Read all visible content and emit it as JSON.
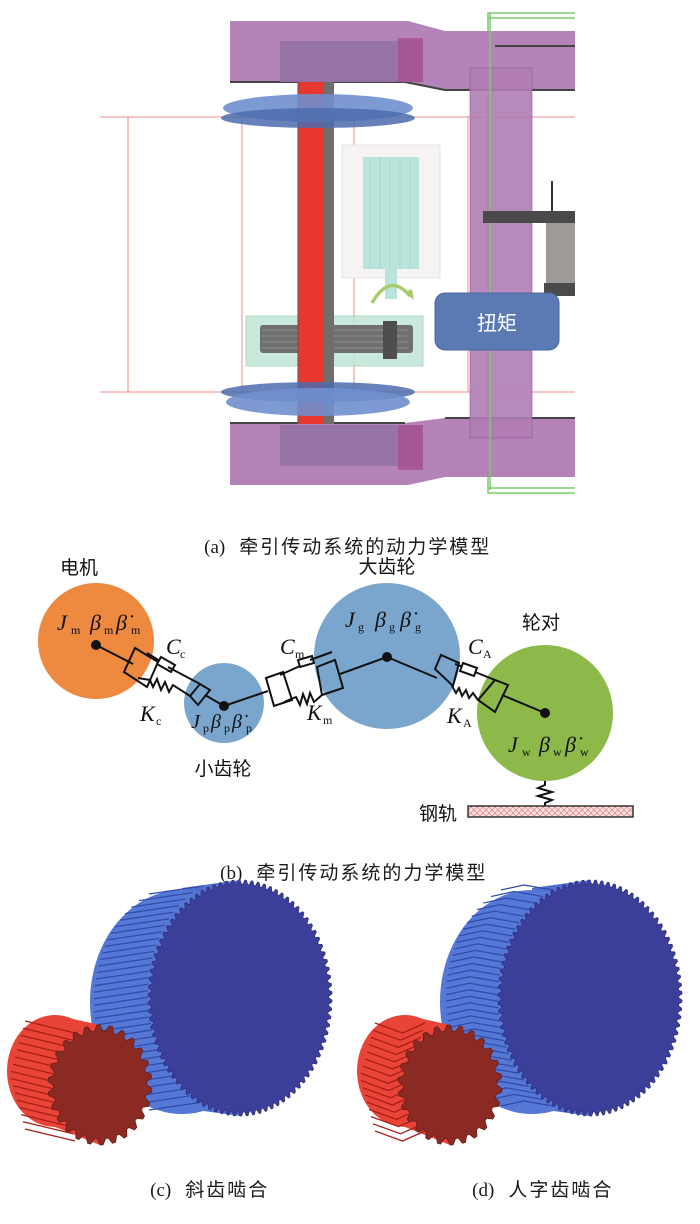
{
  "figure": {
    "panel_a": {
      "caption_tag": "(a)",
      "caption_text": "牵引传动系统的动力学模型",
      "torque_label": "扭矩",
      "colors": {
        "frame": "#b07cb4",
        "axle": "#e8372f",
        "wheel": "#5b78b8",
        "motor": "#b9e4dc",
        "label_box": "#5b79b3"
      }
    },
    "panel_b": {
      "caption_tag": "(b)",
      "caption_text": "牵引传动系统的力学模型",
      "nodes": {
        "motor": {
          "label": "电机",
          "J": "J",
          "J_sub": "m",
          "beta": "β",
          "beta_sub": "m",
          "betadot": "β̇",
          "betadot_sub": "m",
          "color": "#ed8a3f"
        },
        "pinion": {
          "label": "小齿轮",
          "J": "J",
          "J_sub": "p",
          "beta": "β",
          "beta_sub": "p",
          "betadot": "β̇",
          "betadot_sub": "p",
          "color": "#7aa6ce"
        },
        "gear": {
          "label": "大齿轮",
          "J": "J",
          "J_sub": "g",
          "beta": "β",
          "beta_sub": "g",
          "betadot": "β̇",
          "betadot_sub": "g",
          "color": "#7aa6ce"
        },
        "wheelset": {
          "label": "轮对",
          "J": "J",
          "J_sub": "w",
          "beta": "β",
          "beta_sub": "w",
          "betadot": "β̇",
          "betadot_sub": "w",
          "color": "#8db84a"
        }
      },
      "couplings": {
        "motor_pinion": {
          "C": "C",
          "C_sub": "c",
          "K": "K",
          "K_sub": "c"
        },
        "pinion_gear": {
          "C": "C",
          "C_sub": "m",
          "K": "K",
          "K_sub": "m"
        },
        "gear_wheelset": {
          "C": "C",
          "C_sub": "A",
          "K": "K",
          "K_sub": "A"
        }
      },
      "rail_label": "钢轨"
    },
    "panel_c": {
      "caption_tag": "(c)",
      "caption_text": "斜齿啮合"
    },
    "panel_d": {
      "caption_tag": "(d)",
      "caption_text": "人字齿啮合"
    }
  }
}
